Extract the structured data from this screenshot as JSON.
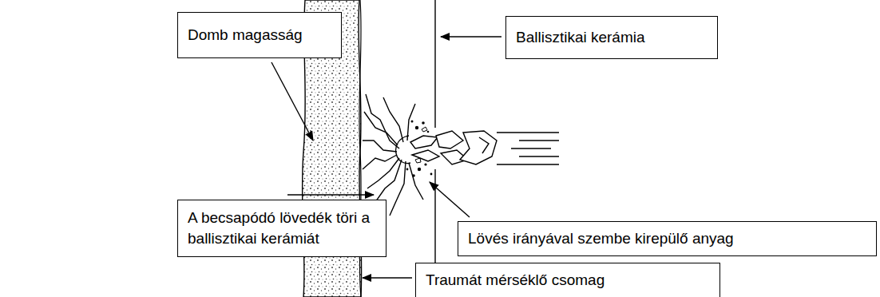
{
  "diagram": {
    "nodes": [
      {
        "text": [
          "Domb magasság"
        ]
      },
      {
        "text": [
          "Ballisztikai kerámia"
        ]
      },
      {
        "text": [
          "A becsapódó lövedék töri a ballisztikai kerámiát"
        ]
      },
      {
        "text": [
          "Lövés irányával szembe kirepülő anyag"
        ]
      },
      {
        "text": [
          "Traumát mérséklő csomag"
        ]
      }
    ]
  }
}
